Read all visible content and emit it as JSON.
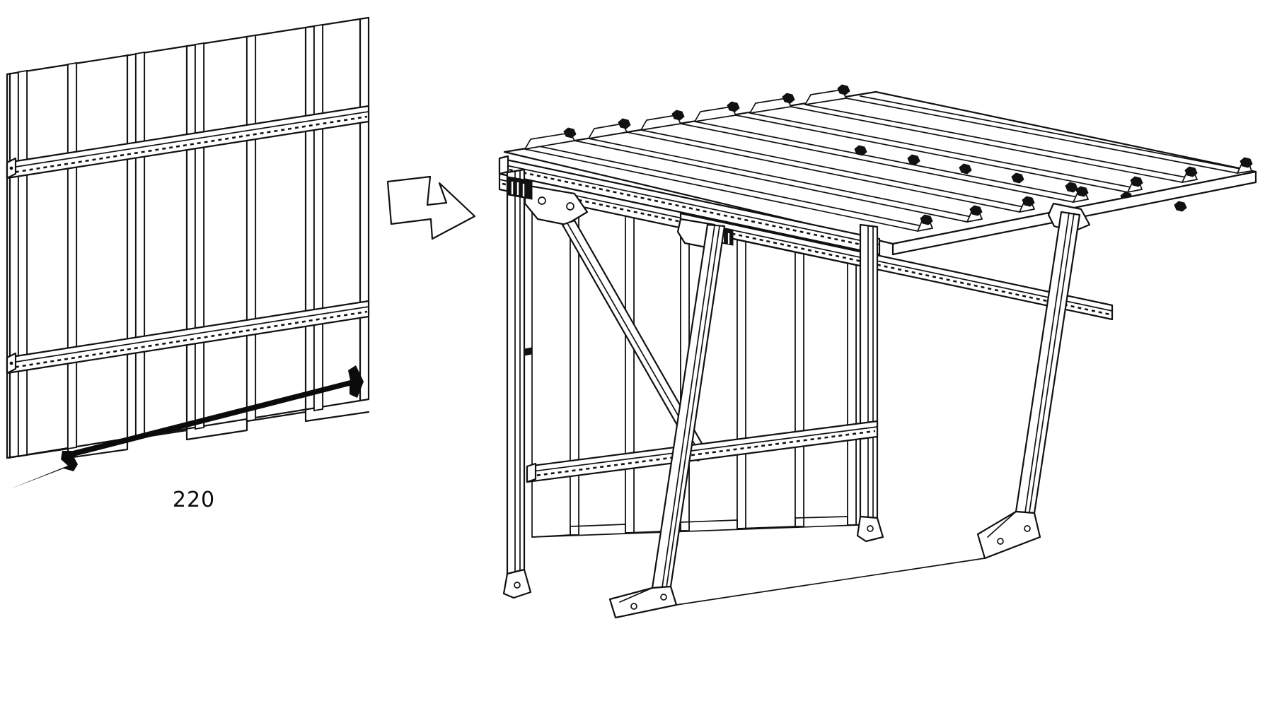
{
  "document": {
    "type": "technical-assembly-diagram",
    "title": "Wall panel to lean-to canopy assembly",
    "background_color": "#ffffff",
    "line_color": "#111111",
    "fill_color": "#ffffff",
    "view": "isometric-line-art"
  },
  "dimension": {
    "value": "220",
    "label": "220",
    "units_shown": false,
    "arrow_style": "double-headed-solid",
    "color": "#0b0b0b"
  },
  "transition": {
    "arrow_name": "step-arrow",
    "direction": "down-right",
    "style": "outlined-hollow",
    "stroke_color": "#0b0b0b",
    "fill_color": "#ffffff"
  },
  "step_left": {
    "name": "wall-panel-assembly",
    "caption": "",
    "parts": [
      {
        "id": "corrugated-wall-panel",
        "label": "Corrugated wall panel",
        "rib_count": 6
      },
      {
        "id": "upper-rail",
        "label": "Upper horizontal rail",
        "perforated": true
      },
      {
        "id": "lower-rail",
        "label": "Lower horizontal rail",
        "perforated": true
      }
    ]
  },
  "step_right": {
    "name": "canopy-frame-assembly",
    "caption": "",
    "parts": [
      {
        "id": "corrugated-roof-panel",
        "label": "Corrugated roof sheet",
        "rib_count": 7
      },
      {
        "id": "roof-purlin-front",
        "label": "Front purlin beam",
        "perforated": true
      },
      {
        "id": "roof-purlin-rear",
        "label": "Rear purlin beam",
        "perforated": true
      },
      {
        "id": "rear-wall-panel",
        "label": "Rear corrugated wall panel",
        "rib_count": 5
      },
      {
        "id": "left-post",
        "label": "Left rear post"
      },
      {
        "id": "right-post",
        "label": "Right rear post"
      },
      {
        "id": "front-leg-left",
        "label": "Left front raking leg"
      },
      {
        "id": "front-leg-right",
        "label": "Right front raking leg"
      },
      {
        "id": "diagonal-brace",
        "label": "Diagonal knee brace"
      },
      {
        "id": "mid-rail",
        "label": "Mid horizontal rail",
        "perforated": true
      },
      {
        "id": "corner-gusset",
        "label": "Corner gusset plate"
      },
      {
        "id": "base-foot-plate",
        "label": "Base foot plate with bolt holes"
      },
      {
        "id": "roof-fastener",
        "label": "Roof ridge bolt fastener",
        "count": 18
      }
    ]
  }
}
